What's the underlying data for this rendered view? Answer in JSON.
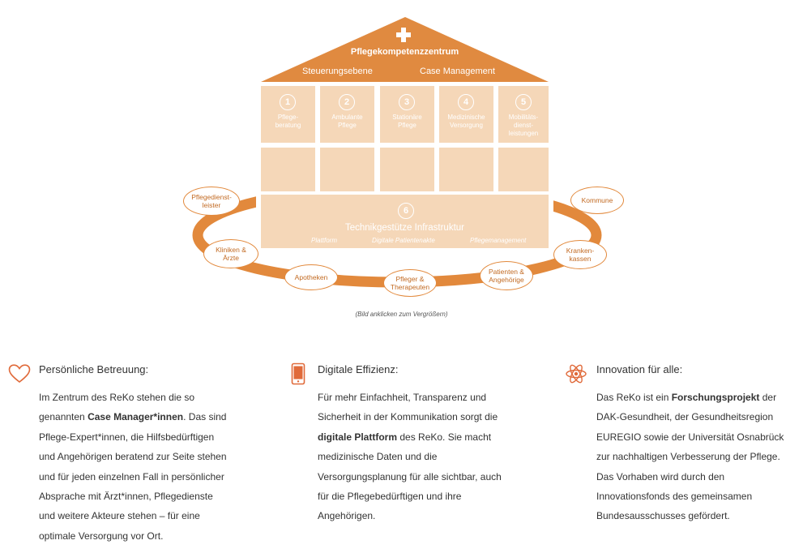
{
  "diagram": {
    "roof": {
      "title": "Pflegekompetenzzentrum",
      "left_label": "Steuerungsebene",
      "right_label": "Case Management"
    },
    "pillars": [
      {
        "num": "1",
        "title": [
          "Pflege-",
          "beratung"
        ]
      },
      {
        "num": "2",
        "title": [
          "Ambulante",
          "Pflege"
        ]
      },
      {
        "num": "3",
        "title": [
          "Stationäre",
          "Pflege"
        ]
      },
      {
        "num": "4",
        "title": [
          "Medizinische",
          "Versorgung"
        ]
      },
      {
        "num": "5",
        "title": [
          "Mobilitäts-",
          "dienst-",
          "leistungen"
        ]
      }
    ],
    "infrastructure": {
      "num": "6",
      "title": "Technikgestütze Infrastruktur",
      "subs": [
        "Plattform",
        "Digitale Patientenakte",
        "Pflegemanagement"
      ]
    },
    "stakeholders": {
      "pflegedienstleister": [
        "Pflegedienst-",
        "leister"
      ],
      "kliniken": [
        "Kliniken &",
        "Ärzte"
      ],
      "apotheken": [
        "Apotheken"
      ],
      "pfleger": [
        "Pfleger &",
        "Therapeuten"
      ],
      "patienten": [
        "Patienten &",
        "Angehörige"
      ],
      "krankenkassen": [
        "Kranken-",
        "kassen"
      ],
      "kommune": [
        "Kommune"
      ]
    },
    "caption": "(Bild anklicken zum Vergrößern)",
    "colors": {
      "accent": "#e2893c",
      "roof": "#e08a40",
      "pillar": "#f5d7b8"
    }
  },
  "features": [
    {
      "icon": "heart-icon",
      "title": "Persönliche Betreuung:",
      "lines": [
        [
          "Im Zentrum des ReKo stehen die so"
        ],
        [
          "genannten ",
          {
            "b": "Case Manager*innen"
          },
          ". Das sind"
        ],
        [
          "Pflege-Expert*innen, die Hilfsbedürftigen"
        ],
        [
          "und Angehörigen beratend zur Seite stehen"
        ],
        [
          "und für jeden einzelnen Fall in persönlicher"
        ],
        [
          "Absprache mit Ärzt*innen, Pflegedienste"
        ],
        [
          "und weitere Akteure stehen – für eine"
        ],
        [
          "optimale Versorgung vor Ort."
        ]
      ]
    },
    {
      "icon": "smartphone-icon",
      "title": "Digitale Effizienz:",
      "lines": [
        [
          "Für mehr Einfachheit, Transparenz und"
        ],
        [
          "Sicherheit in der Kommunikation sorgt die"
        ],
        [
          {
            "b": "digitale Plattform"
          },
          " des ReKo. Sie macht"
        ],
        [
          "medizinische Daten und die"
        ],
        [
          "Versorgungsplanung für alle sichtbar, auch"
        ],
        [
          "für die Pflegebedürftigen und ihre"
        ],
        [
          "Angehörigen."
        ]
      ]
    },
    {
      "icon": "atom-icon",
      "title": "Innovation für alle:",
      "lines": [
        [
          "Das ReKo ist ein ",
          {
            "b": "Forschungsprojekt"
          },
          " der"
        ],
        [
          "DAK-Gesundheit, der Gesundheitsregion"
        ],
        [
          "EUREGIO sowie der Universität Osnabrück"
        ],
        [
          "zur nachhaltigen Verbesserung der Pflege."
        ],
        [
          "Das Vorhaben wird durch den"
        ],
        [
          "Innovationsfonds des gemeinsamen"
        ],
        [
          "Bundesausschusses gefördert."
        ]
      ]
    }
  ]
}
